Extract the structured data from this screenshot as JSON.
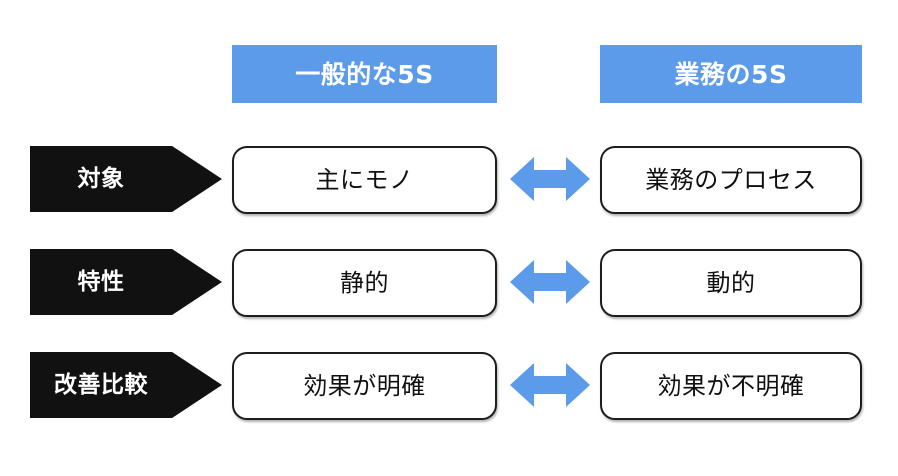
{
  "theme": {
    "background": "#ffffff",
    "header_blue": "#5b9bea",
    "arrow_blue": "#5b9bea",
    "label_black": "#111111",
    "box_border": "#1d1d1d",
    "box_fill": "#ffffff",
    "header_text": "#ffffff",
    "body_text": "#101010"
  },
  "headers": {
    "left": "一般的な5S",
    "right": "業務の5S"
  },
  "rows": [
    {
      "label": "対象",
      "left": "主にモノ",
      "right": "業務のプロセス",
      "connector": "double-arrow-left-right"
    },
    {
      "label": "特性",
      "left": "静的",
      "right": "動的",
      "connector": "double-arrow-left-right"
    },
    {
      "label": "改善比較",
      "left": "効果が明確",
      "right": "効果が不明確",
      "connector": "double-arrow-left-right"
    }
  ]
}
